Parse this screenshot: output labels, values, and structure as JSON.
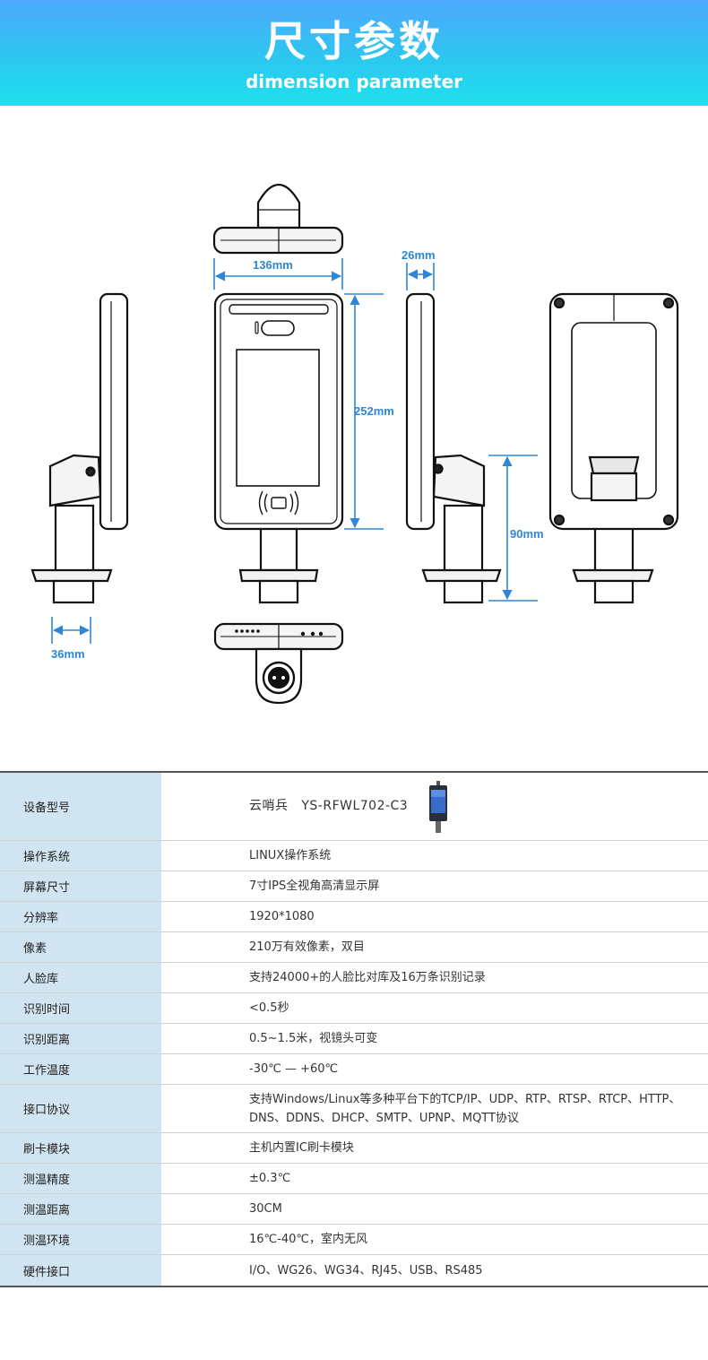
{
  "header": {
    "title": "尺寸参数",
    "subtitle": "dimension parameter"
  },
  "diagram": {
    "width_label": "136mm",
    "height_label": "252mm",
    "depth_label": "26mm",
    "base_label": "36mm",
    "stand_label": "90mm"
  },
  "specs": [
    {
      "label": "设备型号",
      "value": "云哨兵   YS-RFWL702-C3"
    },
    {
      "label": "操作系统",
      "value": "LINUX操作系统"
    },
    {
      "label": "屏幕尺寸",
      "value": "7寸IPS全视角高清显示屏"
    },
    {
      "label": "分辨率",
      "value": "1920*1080"
    },
    {
      "label": "像素",
      "value": "210万有效像素，双目"
    },
    {
      "label": "人脸库",
      "value": "支持24000+的人脸比对库及16万条识别记录"
    },
    {
      "label": "识别时间",
      "value": "<0.5秒"
    },
    {
      "label": "识别距离",
      "value": "0.5~1.5米，视镜头可变"
    },
    {
      "label": "工作温度",
      "value": "-30℃ — +60℃"
    },
    {
      "label": "接口协议",
      "value": "支持Windows/Linux等多种平台下的TCP/IP、UDP、RTP、RTSP、RTCP、HTTP、DNS、DDNS、DHCP、SMTP、UPNP、MQTT协议"
    },
    {
      "label": "刷卡模块",
      "value": "主机内置IC刷卡模块"
    },
    {
      "label": "测温精度",
      "value": "±0.3℃"
    },
    {
      "label": "测温距离",
      "value": "30CM"
    },
    {
      "label": "测温环境",
      "value": "16℃-40℃，室内无风"
    },
    {
      "label": "硬件接口",
      "value": "I/O、WG26、WG34、RJ45、USB、RS485"
    }
  ],
  "colors": {
    "banner_top": "#4fa8ff",
    "banner_bottom": "#1ee0ee",
    "dimension": "#2e86d8",
    "label_bg": "#d1e4f1"
  }
}
